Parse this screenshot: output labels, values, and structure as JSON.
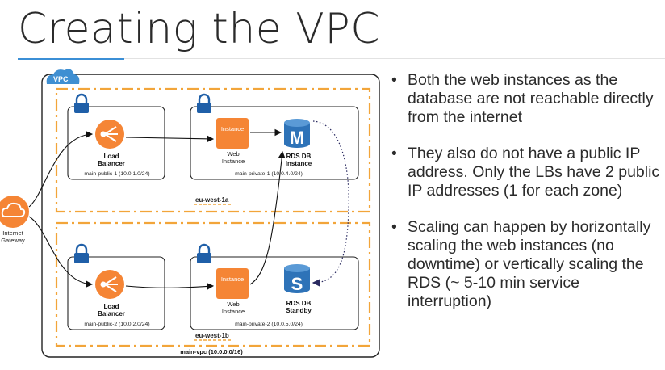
{
  "slide": {
    "title": "Creating the VPC",
    "bullets": [
      "Both the web instances as the database are not reachable directly from the internet",
      "They also do not have a public IP address. Only the LBs have 2 public IP addresses (1 for each zone)",
      "Scaling can happen by horizontally scaling the web instances (no downtime) or vertically scaling the RDS (~ 5-10 min service interruption)"
    ]
  },
  "diagram": {
    "vpc_badge": "VPC",
    "vpc_label": "main-vpc (10.0.0.0/16)",
    "gateway_label_line1": "Internet",
    "gateway_label_line2": "Gateway",
    "zones": [
      {
        "label": "eu-west-1a",
        "public_subnet": "main-public-1 (10.0.1.0/24)",
        "private_subnet": "main-private-1 (10.0.4.0/24)",
        "lb_line1": "Load",
        "lb_line2": "Balancer",
        "instance_badge": "Instance",
        "instance_line1": "Web",
        "instance_line2": "Instance",
        "db_letter": "M",
        "db_line1": "RDS DB",
        "db_line2": "Instance"
      },
      {
        "label": "eu-west-1b",
        "public_subnet": "main-public-2 (10.0.2.0/24)",
        "private_subnet": "main-private-2 (10.0.5.0/24)",
        "lb_line1": "Load",
        "lb_line2": "Balancer",
        "instance_badge": "Instance",
        "instance_line1": "Web",
        "instance_line2": "Instance",
        "db_letter": "S",
        "db_line1": "RDS DB",
        "db_line2": "Standby"
      }
    ],
    "colors": {
      "aws_orange": "#f58535",
      "zone_dash": "#f2a53a",
      "db_blue": "#2e73b8",
      "vpc_blue": "#3f8fd2",
      "lock_blue": "#1f5fa8"
    }
  }
}
